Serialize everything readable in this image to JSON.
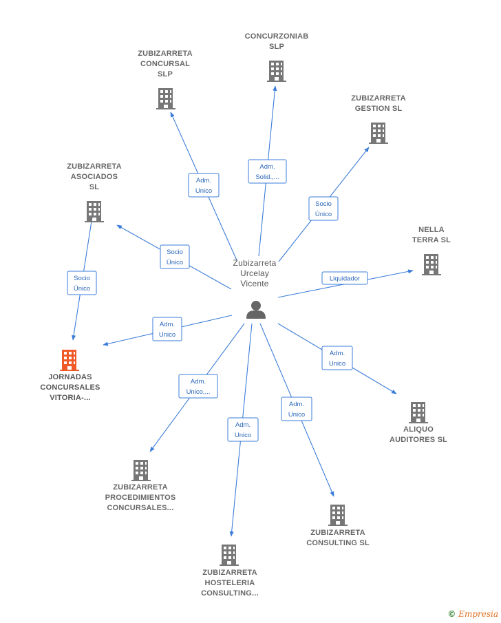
{
  "colors": {
    "edge": "#3b7dd8",
    "building": "#777777",
    "main_building": "#f05a28",
    "person": "#666666"
  },
  "person": {
    "name_lines": [
      "Zubizarreta",
      "Urcelay",
      "Vicente"
    ],
    "icon": "person-icon"
  },
  "companies": [
    {
      "id": "concurzoniab",
      "lines": [
        "CONCURZONIAB",
        "SLP"
      ],
      "icon": "building-icon",
      "main": false
    },
    {
      "id": "zub-concursal",
      "lines": [
        "ZUBIZARRETA",
        "CONCURSAL",
        "SLP"
      ],
      "icon": "building-icon",
      "main": false
    },
    {
      "id": "zub-gestion",
      "lines": [
        "ZUBIZARRETA",
        "GESTION  SL"
      ],
      "icon": "building-icon",
      "main": false
    },
    {
      "id": "zub-asociados",
      "lines": [
        "ZUBIZARRETA",
        "ASOCIADOS",
        "SL"
      ],
      "icon": "building-icon",
      "main": false
    },
    {
      "id": "nella-terra",
      "lines": [
        "NELLA",
        "TERRA SL"
      ],
      "icon": "building-icon",
      "main": false
    },
    {
      "id": "jornadas",
      "lines": [
        "JORNADAS",
        "CONCURSALES",
        "VITORIA-..."
      ],
      "icon": "building-icon",
      "main": true
    },
    {
      "id": "aliquo",
      "lines": [
        "ALIQUO",
        "AUDITORES SL"
      ],
      "icon": "building-icon",
      "main": false
    },
    {
      "id": "zub-procedimientos",
      "lines": [
        "ZUBIZARRETA",
        "PROCEDIMIENTOS",
        "CONCURSALES..."
      ],
      "icon": "building-icon",
      "main": false
    },
    {
      "id": "zub-consulting",
      "lines": [
        "ZUBIZARRETA",
        "CONSULTING SL"
      ],
      "icon": "building-icon",
      "main": false
    },
    {
      "id": "zub-hosteleria",
      "lines": [
        "ZUBIZARRETA",
        "HOSTELERIA",
        "CONSULTING..."
      ],
      "icon": "building-icon",
      "main": false
    }
  ],
  "relations": [
    {
      "from": "person",
      "to": "concurzoniab",
      "lines": [
        "Adm.",
        "Solid.,..."
      ]
    },
    {
      "from": "person",
      "to": "zub-concursal",
      "lines": [
        "Adm.",
        "Unico"
      ]
    },
    {
      "from": "person",
      "to": "zub-gestion",
      "lines": [
        "Socio",
        "Único"
      ]
    },
    {
      "from": "person",
      "to": "zub-asociados",
      "lines": [
        "Socio",
        "Único"
      ]
    },
    {
      "from": "person",
      "to": "nella-terra",
      "lines": [
        "Liquidador"
      ]
    },
    {
      "from": "person",
      "to": "jornadas",
      "lines": [
        "Adm.",
        "Unico"
      ]
    },
    {
      "from": "zub-asociados",
      "to": "jornadas",
      "lines": [
        "Socio",
        "Único"
      ]
    },
    {
      "from": "person",
      "to": "aliquo",
      "lines": [
        "Adm.",
        "Unico"
      ]
    },
    {
      "from": "person",
      "to": "zub-procedimientos",
      "lines": [
        "Adm.",
        "Unico,..."
      ]
    },
    {
      "from": "person",
      "to": "zub-consulting",
      "lines": [
        "Adm.",
        "Unico"
      ]
    },
    {
      "from": "person",
      "to": "zub-hosteleria",
      "lines": [
        "Adm.",
        "Unico"
      ]
    }
  ],
  "footer": {
    "copyright": "©",
    "brand": "Empresia"
  }
}
